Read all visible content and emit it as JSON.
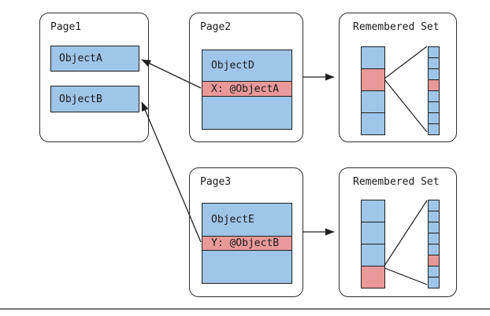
{
  "colors": {
    "object_blue": "#9FC5E8",
    "highlight_pink": "#EA9999",
    "line": "#1F1F1F"
  },
  "pages": [
    {
      "label": "Page1",
      "objects": [
        {
          "label": "ObjectA"
        },
        {
          "label": "ObjectB"
        }
      ]
    },
    {
      "label": "Page2",
      "block": {
        "name": "ObjectD",
        "field": "X: @ObjectA"
      }
    },
    {
      "label": "Page3",
      "block": {
        "name": "ObjectE",
        "field": "Y: @ObjectB"
      }
    }
  ],
  "remembered_sets": [
    {
      "title": "Remembered Set",
      "cards": [
        "blue",
        "pink",
        "blue",
        "blue"
      ],
      "bits": [
        "blue",
        "blue",
        "blue",
        "pink",
        "blue",
        "blue",
        "blue",
        "blue"
      ]
    },
    {
      "title": "Remembered Set",
      "cards": [
        "blue",
        "blue",
        "blue",
        "pink"
      ],
      "bits": [
        "blue",
        "blue",
        "blue",
        "blue",
        "blue",
        "pink",
        "blue",
        "blue"
      ]
    }
  ]
}
